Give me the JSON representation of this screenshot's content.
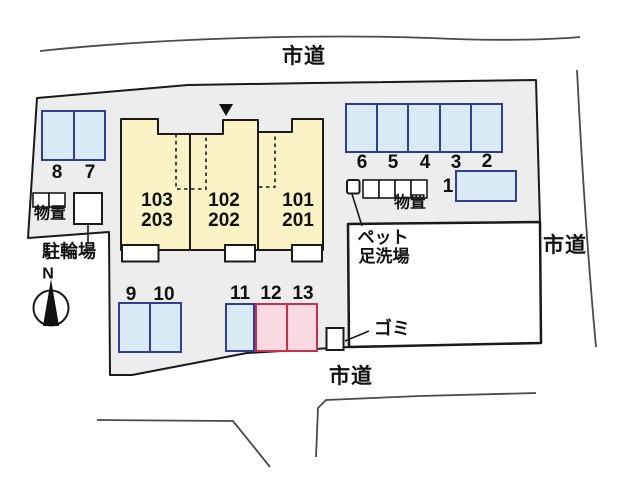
{
  "roads": {
    "top": "市道",
    "right": "市道",
    "bottom": "市道"
  },
  "building": {
    "units": [
      {
        "upper": "103",
        "lower": "203"
      },
      {
        "upper": "102",
        "lower": "202"
      },
      {
        "upper": "101",
        "lower": "201"
      }
    ]
  },
  "parking": {
    "spaces": [
      "8",
      "7",
      "6",
      "5",
      "4",
      "3",
      "2",
      "1",
      "9",
      "10",
      "11",
      "12",
      "13"
    ]
  },
  "facilities": {
    "storage_left": "物置",
    "bicycle_parking": "駐輪場",
    "storage_right": "物置",
    "pet_wash_line1": "ペット",
    "pet_wash_line2": "足洗場",
    "trash": "ゴミ"
  },
  "compass": {
    "label": "N"
  },
  "colors": {
    "site_fill": "#EDEDED",
    "building_fill": "#FAF3C6",
    "parking_fill_blue": "#D9EAF4",
    "parking_border_blue": "#2F3F96",
    "parking_fill_pink": "#F9D9E2",
    "parking_border_red": "#C43148",
    "outline": "#1A1A1A",
    "road_line": "#4A4A4A"
  }
}
